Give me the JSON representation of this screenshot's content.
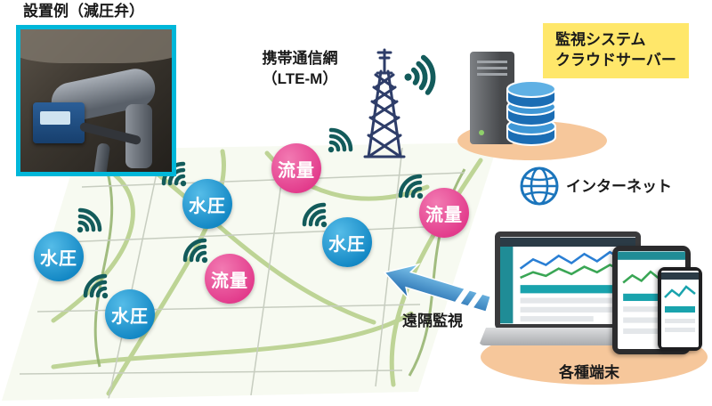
{
  "photo": {
    "title": "設置例（減圧弁）"
  },
  "network": {
    "label_line1": "携帯通信網",
    "label_line2": "（LTE-M）"
  },
  "cloud": {
    "label_line1": "監視システム",
    "label_line2": "クラウドサーバー"
  },
  "internet": {
    "label": "インターネット"
  },
  "remote": {
    "label": "遠隔監視"
  },
  "terminals": {
    "label": "各種端末"
  },
  "sensors": [
    {
      "id": "s1",
      "type": "water-pressure",
      "label": "水圧"
    },
    {
      "id": "s2",
      "type": "water-pressure",
      "label": "水圧"
    },
    {
      "id": "s3",
      "type": "flow",
      "label": "流量"
    },
    {
      "id": "s4",
      "type": "flow",
      "label": "流量"
    },
    {
      "id": "s5",
      "type": "water-pressure",
      "label": "水圧"
    },
    {
      "id": "s6",
      "type": "water-pressure",
      "label": "水圧"
    },
    {
      "id": "s7",
      "type": "flow",
      "label": "流量"
    }
  ],
  "icons": {
    "signal": "radio-waves-icon",
    "tower": "cell-tower-icon",
    "server": "server-rack-icon",
    "database": "database-icon",
    "globe": "internet-globe-icon",
    "laptop": "laptop-icon",
    "tablet": "tablet-icon",
    "phone": "smartphone-icon",
    "arrow": "remote-monitoring-arrow-icon"
  },
  "colors": {
    "photo_frame_cyan": "#00b7d9",
    "node_blue": "#1f98d4",
    "node_pink": "#e64a96",
    "signal_teal": "#135b5b",
    "highlight_yellow": "#ffe76a",
    "ellipse_orange": "#f6c79b",
    "arrow_blue": "#1c64a9",
    "tower_navy": "#2e3d69",
    "database_blue": "#1b6db4",
    "map_road_green": "#b7d08c"
  }
}
